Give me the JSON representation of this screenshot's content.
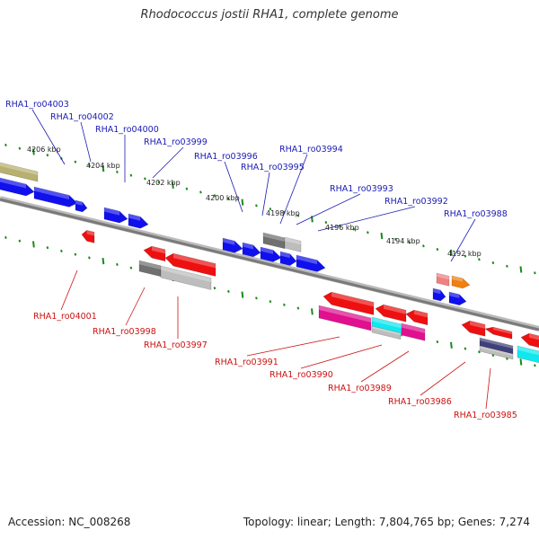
{
  "title": "Rhodococcus jostii RHA1, complete genome",
  "footer": {
    "accession": "Accession: NC_008268",
    "topology": "Topology: linear; Length: 7,804,765 bp; Genes: 7,274"
  },
  "colors": {
    "forward_label": "#1a1ab4",
    "reverse_label": "#cc1111",
    "backbone": "#808080",
    "tick": "#1a8a1a",
    "blue_gene": "#1010ee",
    "red_gene": "#ee1010",
    "gray_gene": "#707070",
    "lightgray_gene": "#bdbdbd",
    "magenta_gene": "#e0108e",
    "cyan_gene": "#10e8f0",
    "orange_gene": "#f08010",
    "pink_gene": "#f08080",
    "navy_gene": "#40407a",
    "olive_gene": "#b8b070"
  },
  "kbp_labels": [
    "4206 kbp",
    "4204 kbp",
    "4202 kbp",
    "4200 kbp",
    "4198 kbp",
    "4196 kbp",
    "4194 kbp",
    "4192 kbp"
  ],
  "forward_genes": [
    "RHA1_ro04003",
    "RHA1_ro04002",
    "RHA1_ro04000",
    "RHA1_ro03999",
    "RHA1_ro03996",
    "RHA1_ro03995",
    "RHA1_ro03994",
    "RHA1_ro03993",
    "RHA1_ro03992",
    "RHA1_ro03988"
  ],
  "reverse_genes": [
    "RHA1_ro04001",
    "RHA1_ro03998",
    "RHA1_ro03997",
    "RHA1_ro03991",
    "RHA1_ro03990",
    "RHA1_ro03989",
    "RHA1_ro03986",
    "RHA1_ro03985"
  ]
}
